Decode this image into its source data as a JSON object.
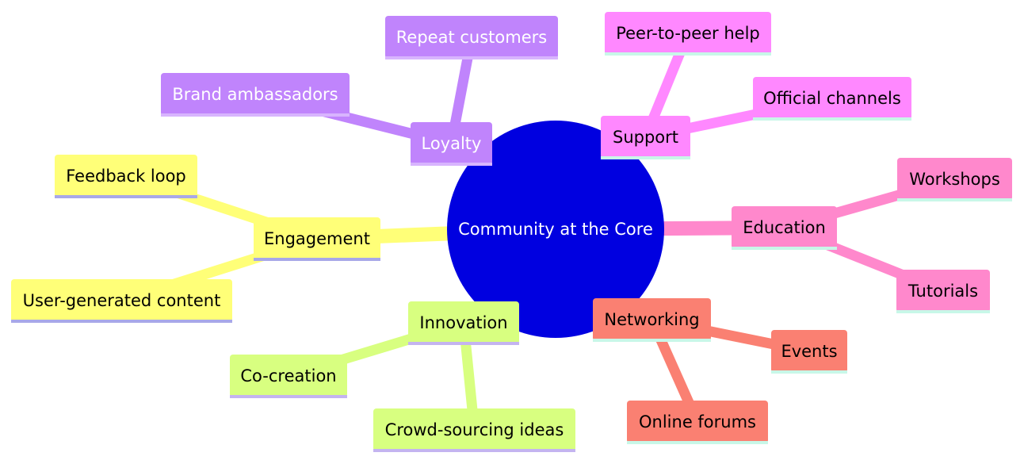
{
  "center": {
    "label": "Community at the Core",
    "color": "#0000e0",
    "text_color": "#ffffff"
  },
  "branches": [
    {
      "id": "loyalty",
      "label": "Loyalty",
      "color": "#c084fc",
      "text_color": "#ffffff",
      "underline": "#d8b4fe",
      "children": [
        {
          "id": "repeat-customers",
          "label": "Repeat customers"
        },
        {
          "id": "brand-ambassadors",
          "label": "Brand ambassadors"
        }
      ]
    },
    {
      "id": "support",
      "label": "Support",
      "color": "#ff88ff",
      "text_color": "#000000",
      "underline": "#c8f7e8",
      "children": [
        {
          "id": "peer-to-peer-help",
          "label": "Peer-to-peer help"
        },
        {
          "id": "official-channels",
          "label": "Official channels"
        }
      ]
    },
    {
      "id": "education",
      "label": "Education",
      "color": "#ff88cc",
      "text_color": "#000000",
      "underline": "#c8f7e8",
      "children": [
        {
          "id": "workshops",
          "label": "Workshops"
        },
        {
          "id": "tutorials",
          "label": "Tutorials"
        }
      ]
    },
    {
      "id": "networking",
      "label": "Networking",
      "color": "#fa8072",
      "text_color": "#000000",
      "underline": "#c8f7e8",
      "children": [
        {
          "id": "events",
          "label": "Events"
        },
        {
          "id": "online-forums",
          "label": "Online forums"
        }
      ]
    },
    {
      "id": "innovation",
      "label": "Innovation",
      "color": "#d8ff80",
      "text_color": "#000000",
      "underline": "#c4b4f0",
      "children": [
        {
          "id": "co-creation",
          "label": "Co-creation"
        },
        {
          "id": "crowd-sourcing-ideas",
          "label": "Crowd-sourcing ideas"
        }
      ]
    },
    {
      "id": "engagement",
      "label": "Engagement",
      "color": "#ffff78",
      "text_color": "#000000",
      "underline": "#a8a8e8",
      "children": [
        {
          "id": "feedback-loop",
          "label": "Feedback loop"
        },
        {
          "id": "user-generated-content",
          "label": "User-generated content"
        }
      ]
    }
  ]
}
